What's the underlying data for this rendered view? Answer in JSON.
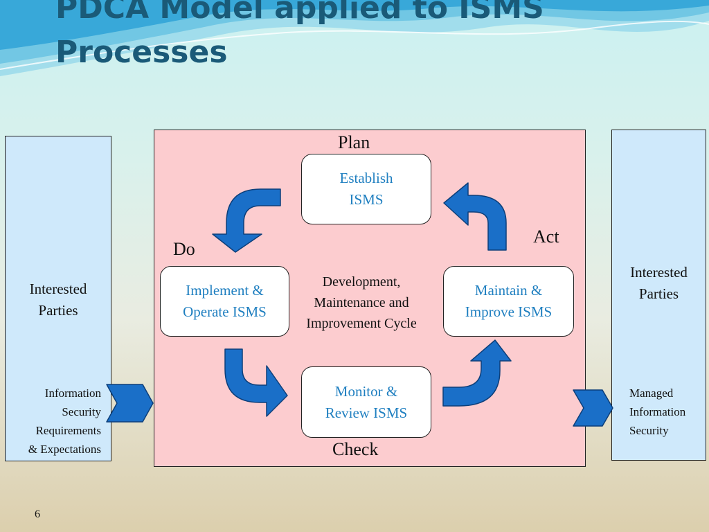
{
  "slide": {
    "title_lines": [
      "PDCA Model applied to ISMS",
      "Processes"
    ],
    "page_number": "6"
  },
  "left_panel": {
    "label_lines": [
      "Interested",
      "Parties"
    ],
    "input_lines": [
      "Information",
      "Security",
      "Requirements",
      "& Expectations"
    ]
  },
  "right_panel": {
    "label_lines": [
      "Interested",
      "Parties"
    ],
    "output_lines": [
      "Managed",
      "Information",
      "Security"
    ]
  },
  "cycle": {
    "phases": {
      "plan": "Plan",
      "do": "Do",
      "check": "Check",
      "act": "Act"
    },
    "center_lines": [
      "Development,",
      "Maintenance and",
      "Improvement Cycle"
    ],
    "steps": {
      "establish": [
        "Establish",
        "ISMS"
      ],
      "implement": [
        "Implement &",
        "Operate ISMS"
      ],
      "monitor": [
        "Monitor &",
        "Review ISMS"
      ],
      "maintain": [
        "Maintain &",
        "Improve ISMS"
      ]
    }
  },
  "colors": {
    "step_text": "#1f7fc0",
    "arrow_fill": "#1a6fc8",
    "main_panel": "#fccccf",
    "side_panel": "#cfe9fb",
    "title": "#1a5a78"
  }
}
